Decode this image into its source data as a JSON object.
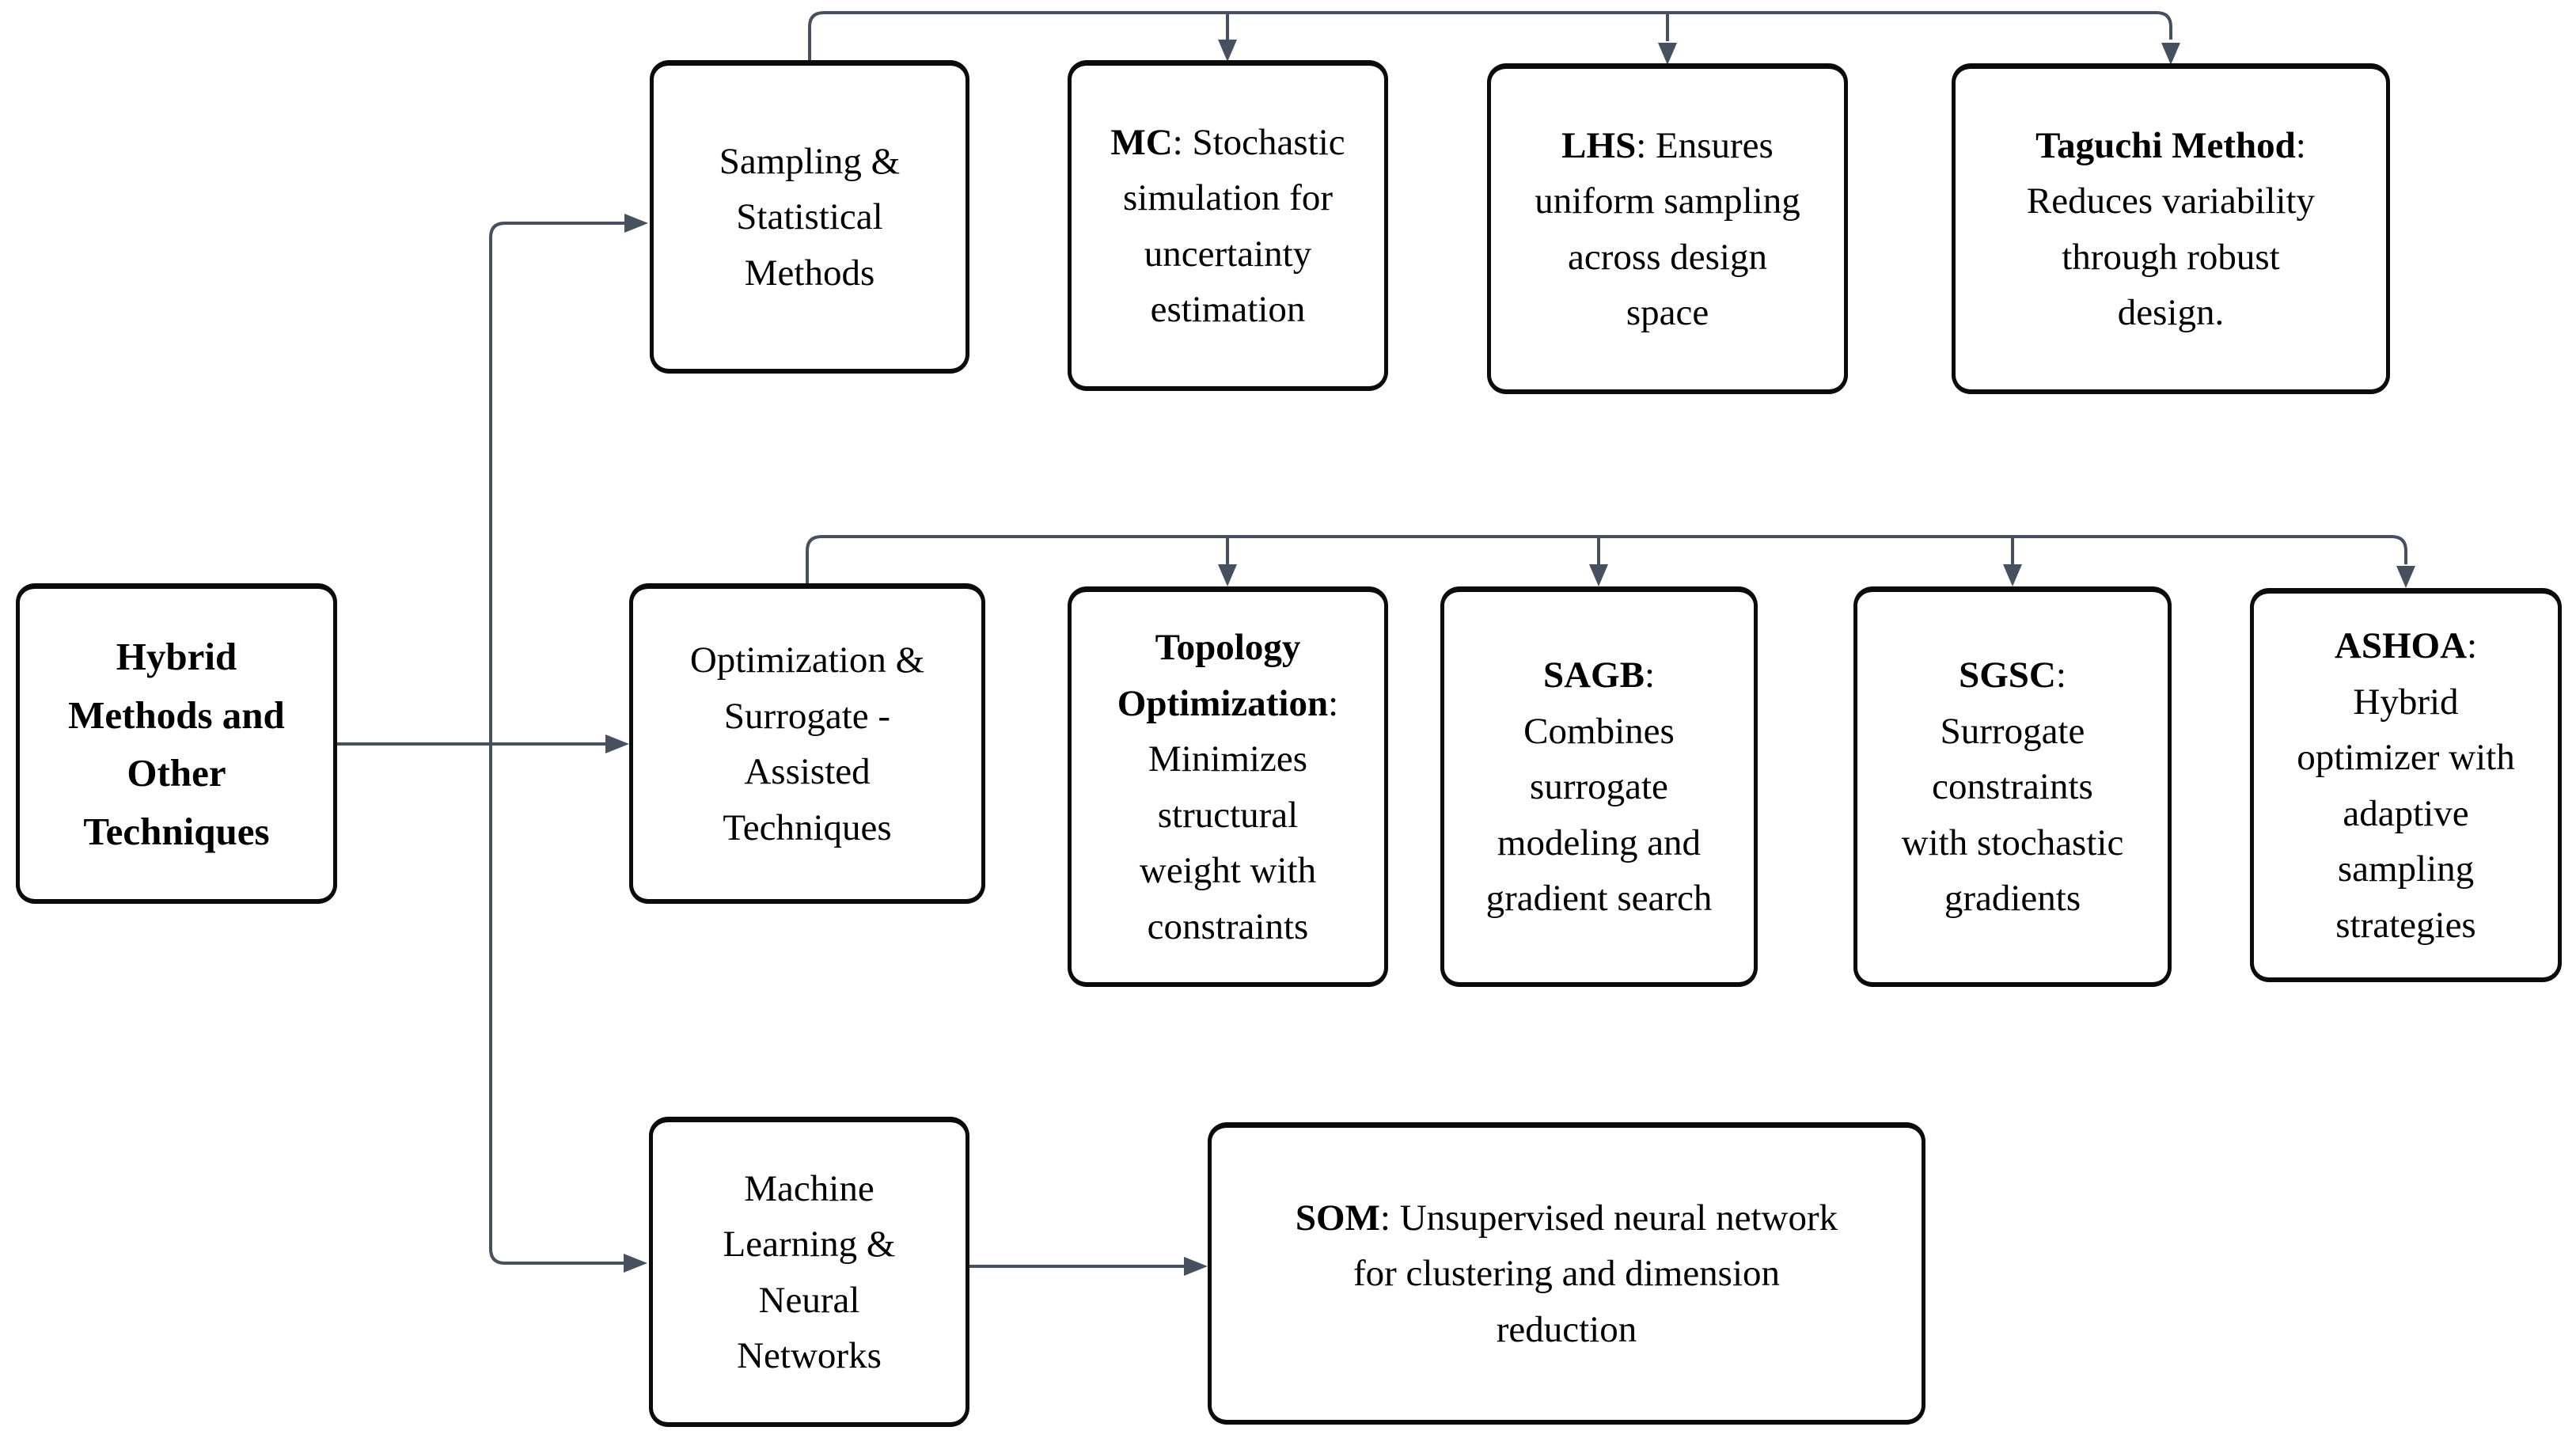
{
  "root": {
    "label": "Hybrid\nMethods and\nOther\nTechniques"
  },
  "branches": [
    {
      "category": "Sampling &\nStatistical\nMethods",
      "leaves": [
        {
          "term": "MC",
          "desc": ": Stochastic\nsimulation for\nuncertainty\nestimation"
        },
        {
          "term": "LHS",
          "desc": ": Ensures\nuniform sampling\nacross design\nspace"
        },
        {
          "term": "Taguchi Method",
          "desc": ":\nReduces variability\nthrough robust\ndesign."
        }
      ]
    },
    {
      "category": "Optimization &\nSurrogate -\nAssisted\nTechniques",
      "leaves": [
        {
          "term": "Topology\nOptimization",
          "desc": ":\nMinimizes\nstructural\nweight with\nconstraints"
        },
        {
          "term": "SAGB",
          "desc": ":\nCombines\nsurrogate\nmodeling and\ngradient search"
        },
        {
          "term": "SGSC",
          "desc": ":\nSurrogate\nconstraints\nwith stochastic\ngradients"
        },
        {
          "term": "ASHOA",
          "desc": ":\nHybrid\noptimizer with\nadaptive\nsampling\nstrategies"
        }
      ]
    },
    {
      "category": "Machine\nLearning &\nNeural\nNetworks",
      "leaves": [
        {
          "term": "SOM",
          "desc": ": Unsupervised neural network\nfor clustering and dimension\nreduction"
        }
      ]
    }
  ],
  "colors": {
    "connector": "#47505e",
    "border": "#0b0b0b",
    "fill": "#ffffff",
    "text": "#000000",
    "background": "#ffffff"
  }
}
